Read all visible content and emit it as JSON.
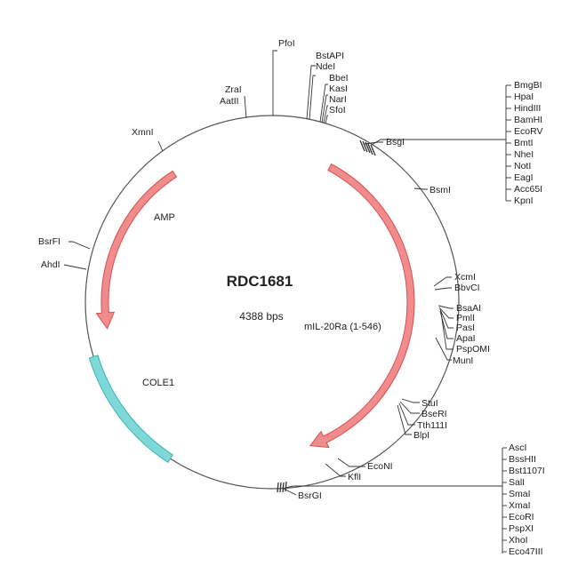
{
  "plasmid": {
    "name": "RDC1681",
    "size_label": "4388 bps",
    "size_bp": 4388
  },
  "colors": {
    "backbone": "#555555",
    "arrow_fill": "#f28b8b",
    "arrow_stroke": "#d45050",
    "ori_fill": "#7fd8d8",
    "ori_stroke": "#3bb3b3",
    "line": "#333333",
    "text": "#222222"
  },
  "features": [
    {
      "id": "mil20ra",
      "label": "mIL-20Ra (1-546)",
      "type": "arrow"
    },
    {
      "id": "amp",
      "label": "AMP",
      "type": "arrow"
    },
    {
      "id": "cole1",
      "label": "COLE1",
      "type": "block"
    }
  ],
  "sites": {
    "pfoi": "PfoI",
    "bstapi_group": [
      "BstAPI",
      "NdeI"
    ],
    "kasi_group": [
      "BbeI",
      "KasI",
      "NarI",
      "SfoI"
    ],
    "aatii_group": [
      "ZraI",
      "AatII"
    ],
    "xmni": "XmnI",
    "bsrfi": "BsrFI",
    "ahdi": "AhdI",
    "bsgi": "BsgI",
    "mcs1": [
      "BmgBI",
      "HpaI",
      "HindIII",
      "BamHI",
      "EcoRV",
      "BmtI",
      "NheI",
      "NotI",
      "EagI",
      "Acc65I",
      "KpnI"
    ],
    "bsmi": "BsmI",
    "right_group": [
      "XcmI",
      "BbvCI",
      "BsaAI",
      "PmlI",
      "PasI",
      "ApaI",
      "PspOMI",
      "MunI"
    ],
    "stu_group": [
      "StuI",
      "BseRI",
      "Tth111I",
      "BlpI"
    ],
    "econi": "EcoNI",
    "kfli": "KflI",
    "bsrgi": "BsrGI",
    "mcs2": [
      "AscI",
      "BssHII",
      "Bst1107I",
      "SalI",
      "SmaI",
      "XmaI",
      "EcoRI",
      "PspXI",
      "XhoI",
      "Eco47III"
    ]
  }
}
